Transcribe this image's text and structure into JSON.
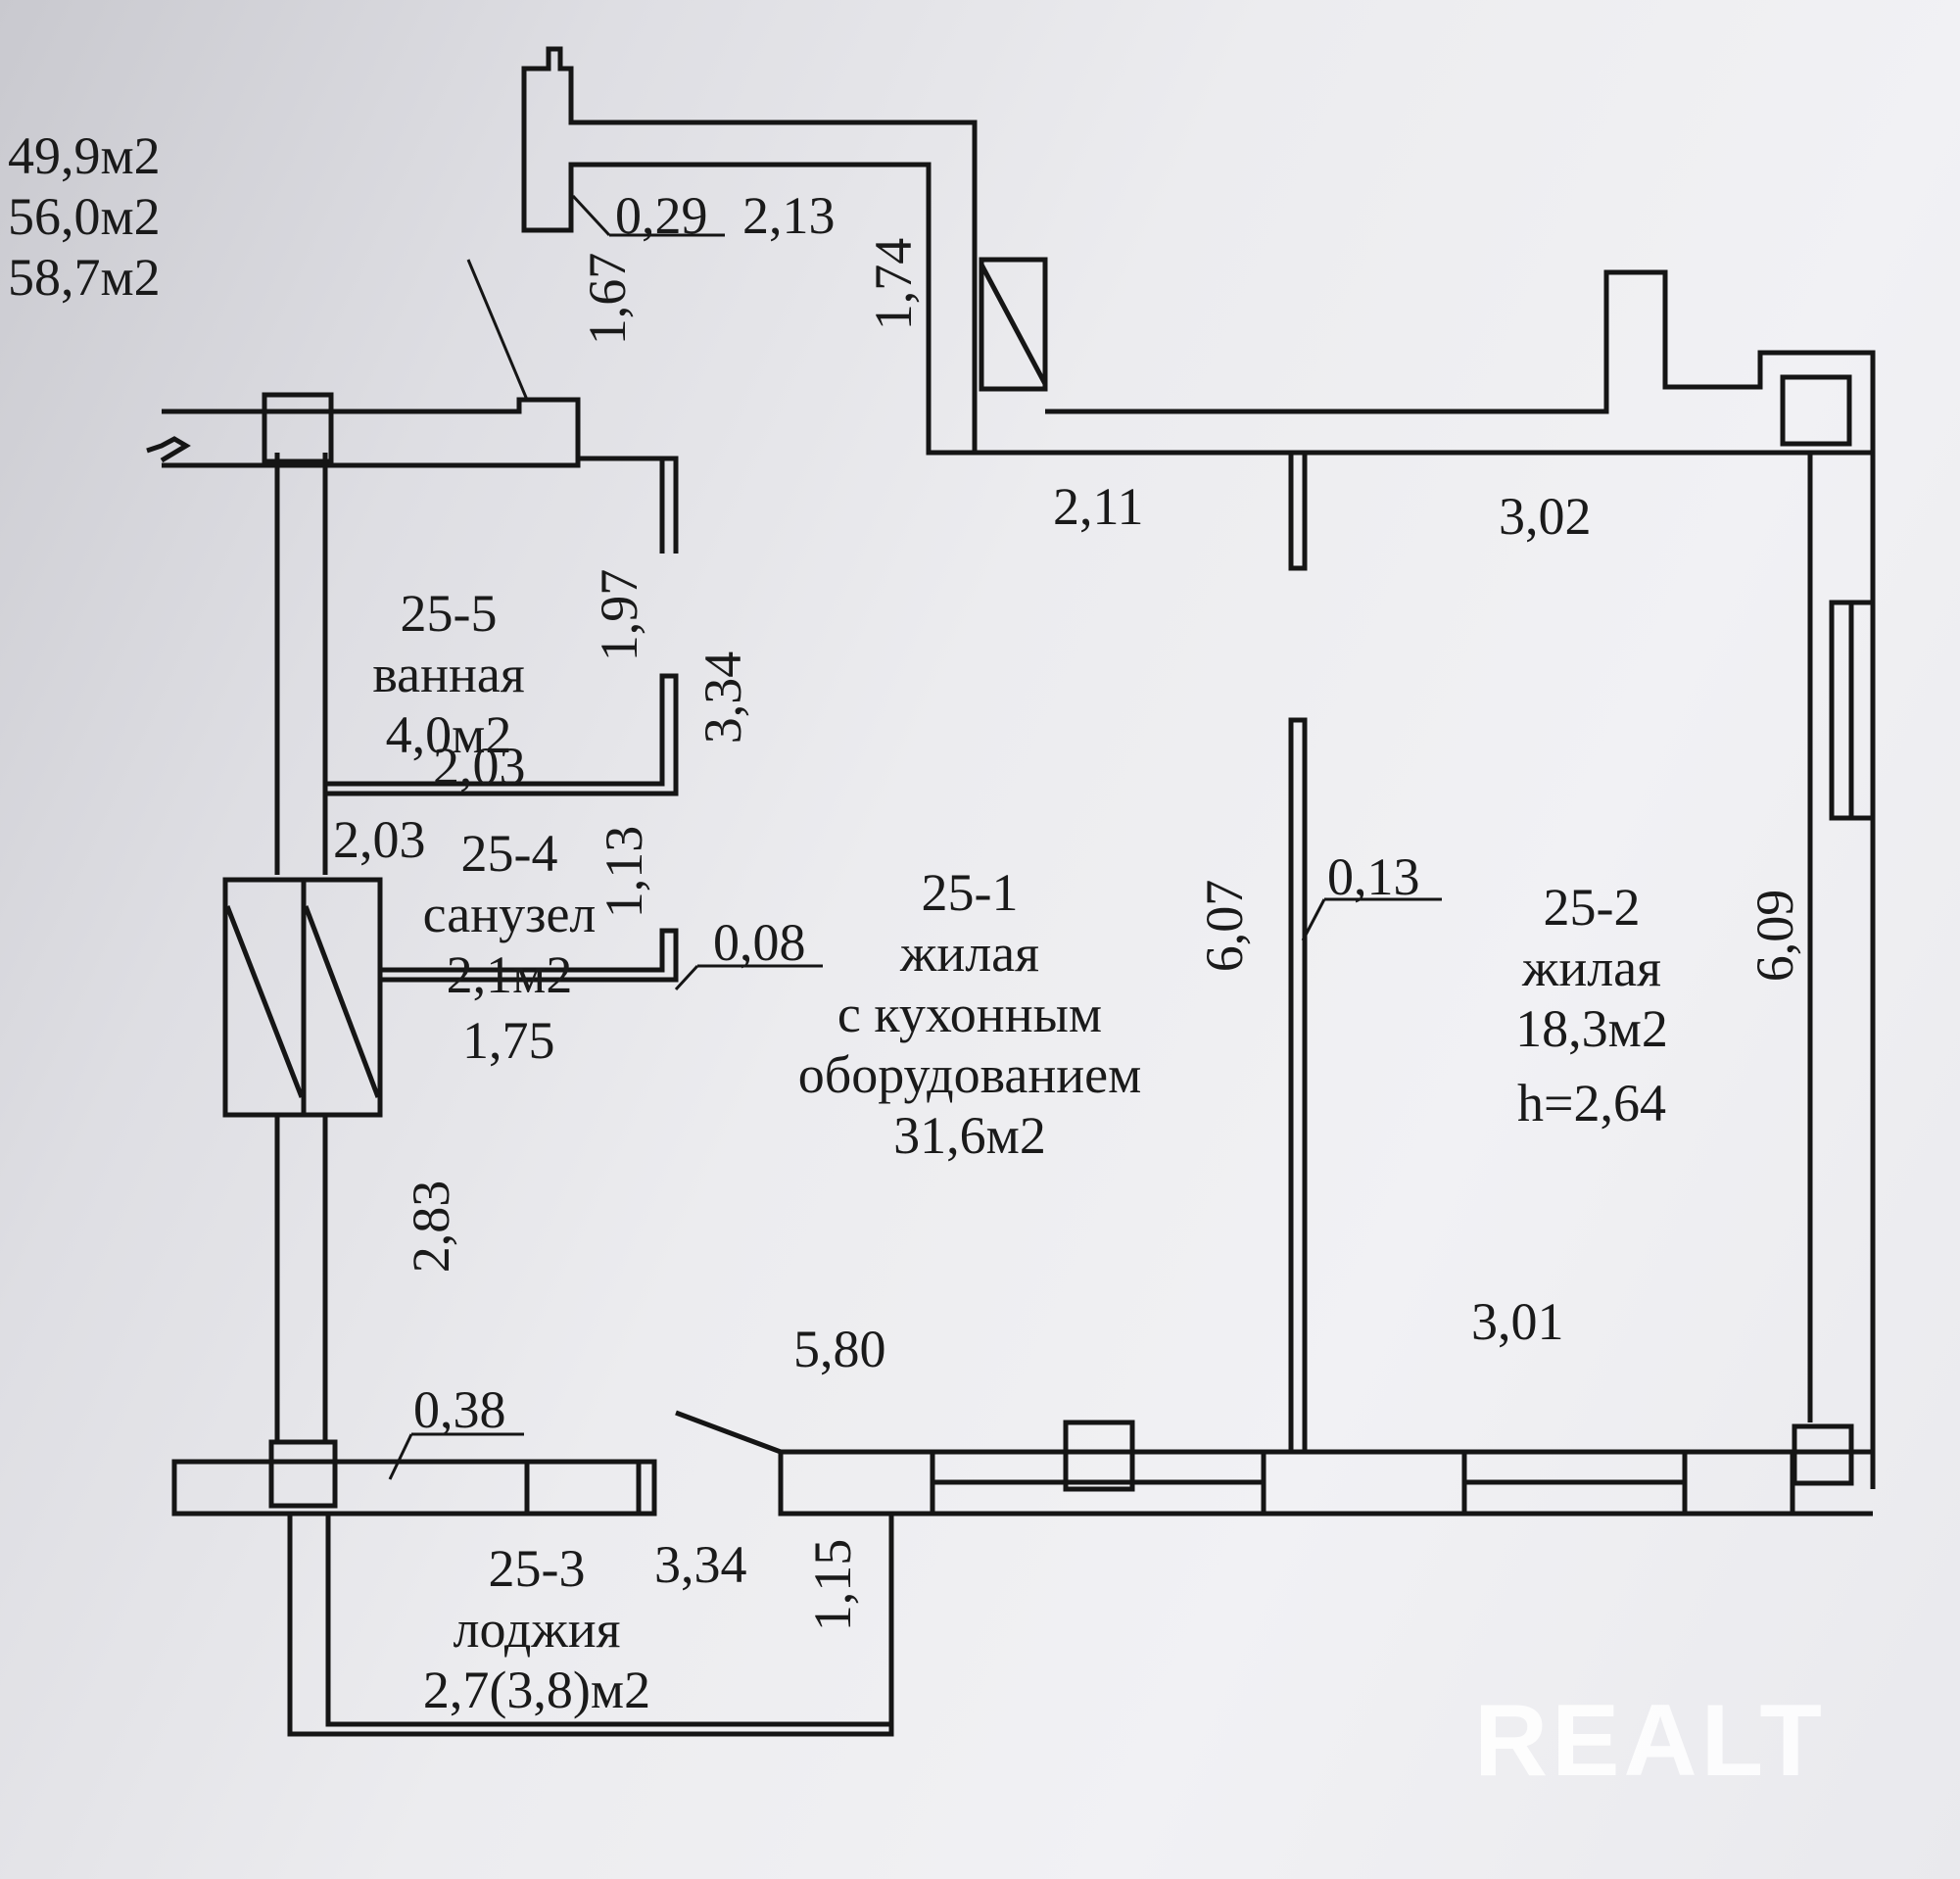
{
  "area_summary": [
    "49,9м2",
    "56,0м2",
    "58,7м2"
  ],
  "rooms": {
    "main": {
      "id": "25-1",
      "type_line1": "жилая",
      "type_line2": "с кухонным",
      "type_line3": "оборудованием",
      "area": "31,6м2"
    },
    "bedroom": {
      "id": "25-2",
      "type": "жилая",
      "area": "18,3м2",
      "height": "h=2,64"
    },
    "loggia": {
      "id": "25-3",
      "type": "лоджия",
      "area": "2,7(3,8)м2"
    },
    "toilet": {
      "id": "25-4",
      "type": "санузел",
      "area": "2,1м2"
    },
    "bath": {
      "id": "25-5",
      "type": "ванная",
      "area": "4,0м2"
    }
  },
  "dimensions": {
    "d_029": "0,29",
    "d_213": "2,13",
    "d_167": "1,67",
    "d_174": "1,74",
    "d_211": "2,11",
    "d_302": "3,02",
    "d_197": "1,97",
    "d_334_top": "3,34",
    "d_203_a": "2,03",
    "d_203_b": "2,03",
    "d_113": "1,13",
    "d_008": "0,08",
    "d_175": "1,75",
    "d_607": "6,07",
    "d_013": "0,13",
    "d_609": "6,09",
    "d_283": "2,83",
    "d_580": "5,80",
    "d_301": "3,01",
    "d_038": "0,38",
    "d_334_bottom": "3,34",
    "d_115": "1,15"
  },
  "watermark": "REALT"
}
